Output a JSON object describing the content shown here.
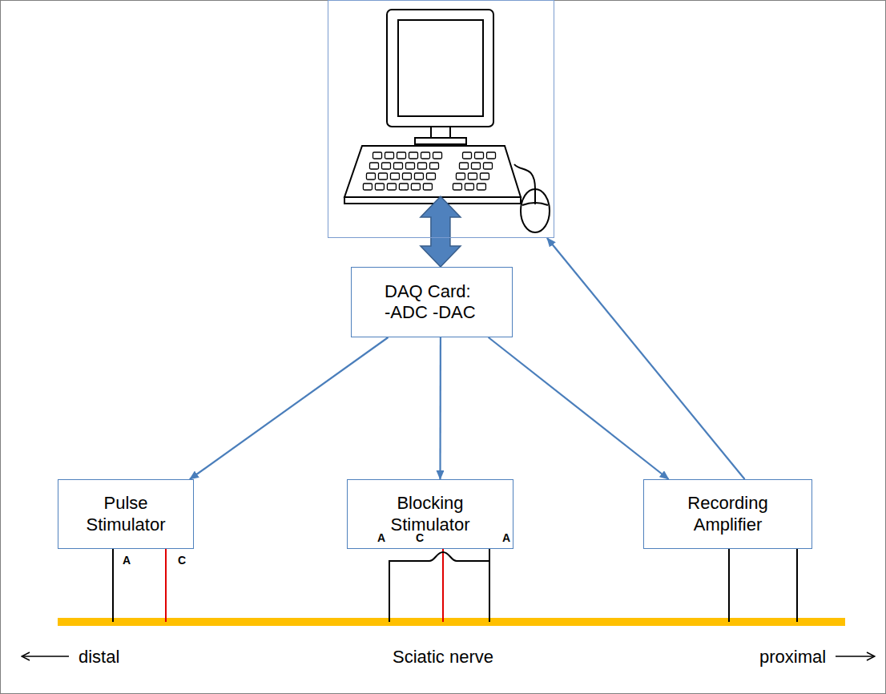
{
  "diagram": {
    "nodes": [
      {
        "text": []
      },
      {
        "text": [
          "DAQ Card: -ADC -DAC"
        ]
      },
      {
        "text": [
          "Pulse Stimulator"
        ]
      },
      {
        "text": [
          "Blocking Stimulator"
        ]
      },
      {
        "text": [
          "Recording Amplifier"
        ]
      }
    ],
    "edges": [
      {
        "from": 1,
        "to": 0,
        "arrow": "both"
      },
      {
        "from": 1,
        "to": 2,
        "arrow": "to"
      },
      {
        "from": 1,
        "to": 3,
        "arrow": "to"
      },
      {
        "from": 1,
        "to": 4,
        "arrow": "to"
      },
      {
        "from": 4,
        "to": 0,
        "arrow": "to"
      }
    ],
    "labels": [
      "A",
      "C",
      "A",
      "C",
      "A",
      "distal",
      "Sciatic nerve",
      "proximal"
    ]
  }
}
